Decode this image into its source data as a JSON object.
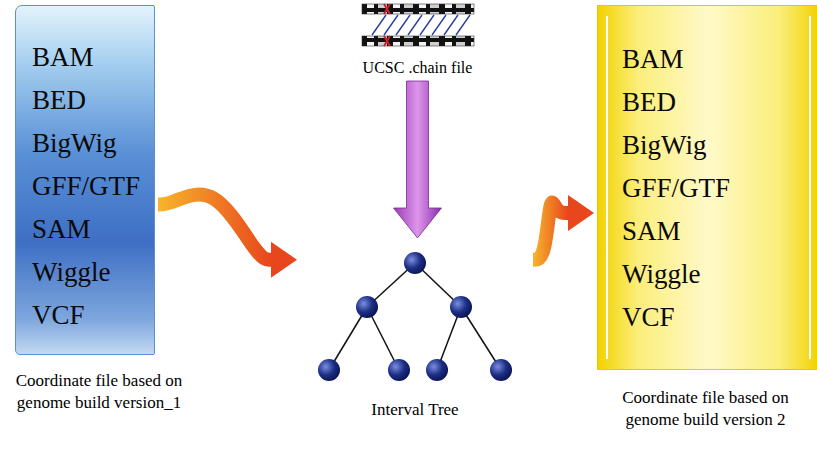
{
  "diagram": {
    "nodes": [
      {
        "text": [
          "BAM",
          "BED",
          "BigWig",
          "GFF/GTF",
          "SAM",
          "Wiggle",
          "VCF",
          "Coordinate file based on genome build version_1"
        ]
      },
      {
        "text": [
          "UCSC .chain file"
        ]
      },
      {
        "text": [
          "Interval Tree"
        ]
      },
      {
        "text": [
          "BAM",
          "BED",
          "BigWig",
          "GFF/GTF",
          "SAM",
          "Wiggle",
          "VCF",
          "Coordinate file based on genome build version 2"
        ]
      }
    ],
    "edges": [
      {
        "from": 0,
        "to": 2,
        "arrow": "to"
      },
      {
        "from": 1,
        "to": 2,
        "arrow": "to"
      },
      {
        "from": 2,
        "to": 3,
        "arrow": "to"
      }
    ]
  }
}
